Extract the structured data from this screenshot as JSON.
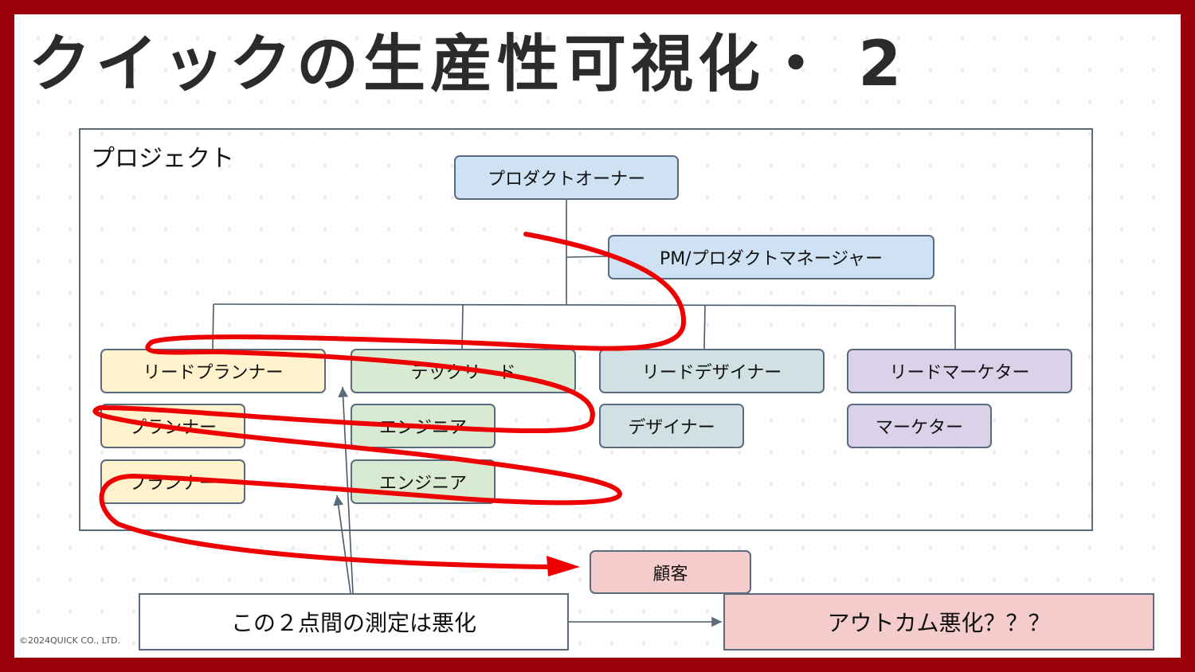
{
  "title": "クイックの生産性可視化・ 2",
  "project_label": "プロジェクト",
  "nodes": {
    "product_owner": "プロダクトオーナー",
    "pm": "PM/プロダクトマネージャー",
    "lead_planner": "リードプランナー",
    "planner_1": "プランナー",
    "planner_2": "プランナー",
    "tech_lead": "テックリード",
    "engineer_1": "エンジニア",
    "engineer_2": "エンジニア",
    "lead_designer": "リードデザイナー",
    "designer": "デザイナー",
    "lead_marketer": "リードマーケター",
    "marketer": "マーケター",
    "customer": "顧客"
  },
  "note": "この２点間の測定は悪化",
  "outcome": "アウトカム悪化？？？",
  "copyright": "©2024QUICK CO., LTD.",
  "colors": {
    "frame_border": "#9b0008",
    "blue": "#cfe2f3",
    "yellow": "#fff2cc",
    "green": "#d9ead3",
    "gray": "#d0e0e3",
    "purple": "#d9d2e9",
    "pink": "#f4cccc",
    "annotation_red": "#ee0000"
  }
}
